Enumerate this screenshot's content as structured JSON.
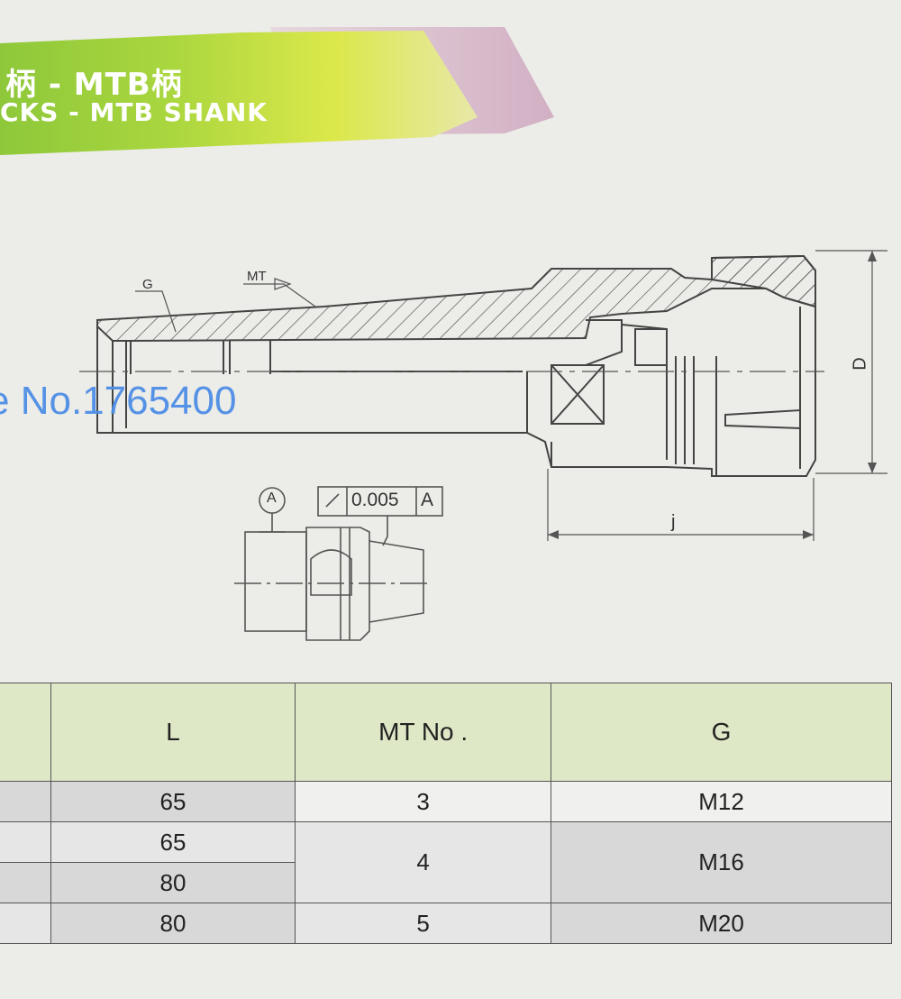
{
  "banner": {
    "title": "柄 - MTB柄",
    "subtitle": "CKS - MTB SHANK"
  },
  "watermark": {
    "text": "e No.1765400"
  },
  "drawing": {
    "label_g": "G",
    "label_mt": "MT",
    "label_d": "D",
    "label_j": "j",
    "datum": "A",
    "tolerance_value": "0.005",
    "tolerance_datum": "A"
  },
  "table": {
    "headers": [
      "",
      "L",
      "MT No .",
      "G"
    ],
    "rows": [
      {
        "l": "65",
        "mt": "3",
        "g": "M12"
      },
      {
        "l": "65",
        "mt": "4",
        "g": "M16"
      },
      {
        "l": "80"
      },
      {
        "l": "80",
        "mt": "5",
        "g": "M20"
      }
    ]
  },
  "colors": {
    "banner_green": "#9fd13a",
    "banner_yellow": "#dbe84a",
    "banner_pink": "#d6b6c8",
    "watermark_blue": "#4d8ee6",
    "header_green": "#dfe8c6"
  }
}
